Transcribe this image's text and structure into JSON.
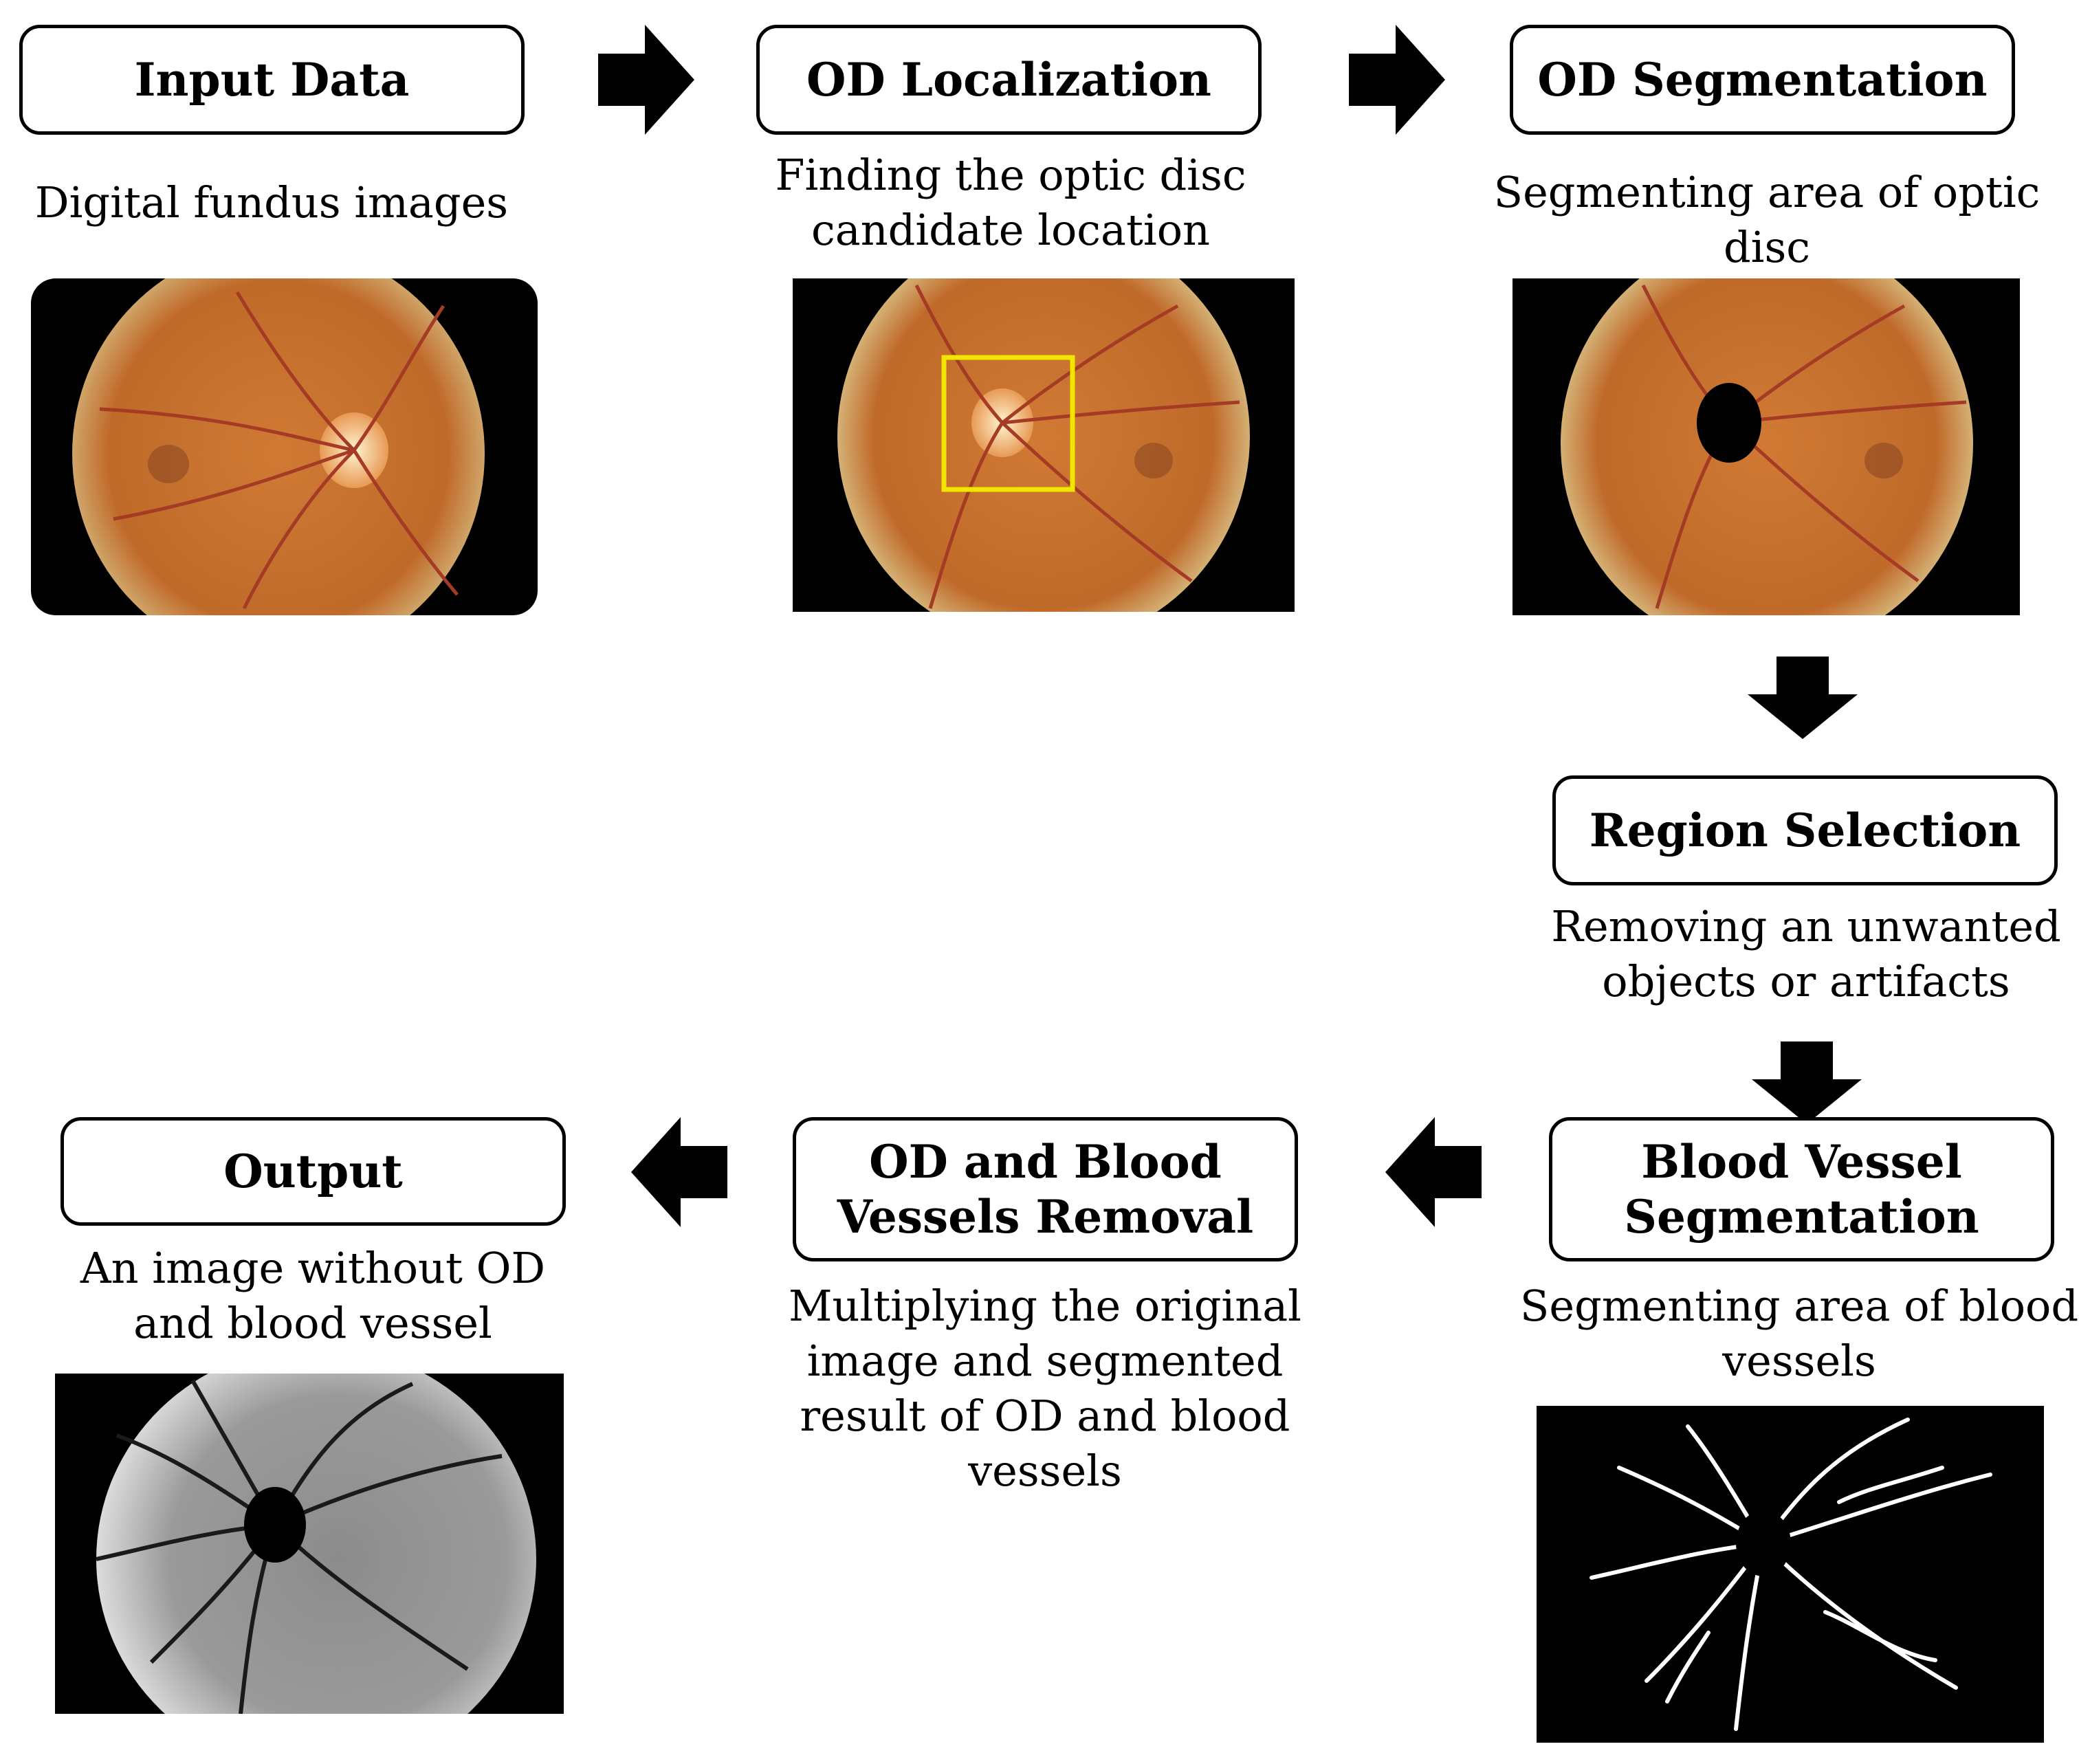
{
  "steps": {
    "input": {
      "title": "Input Data",
      "desc": "Digital fundus images"
    },
    "localization": {
      "title": "OD Localization",
      "desc_line1": "Finding the optic disc",
      "desc_line2": "candidate location"
    },
    "segmentation": {
      "title": "OD Segmentation",
      "desc_line1": "Segmenting area of optic",
      "desc_line2": "disc"
    },
    "region": {
      "title": "Region Selection",
      "desc_line1": "Removing an unwanted",
      "desc_line2": "objects or artifacts"
    },
    "vessel": {
      "title_line1": "Blood Vessel",
      "title_line2": "Segmentation",
      "desc_line1": "Segmenting area of blood",
      "desc_line2": "vessels"
    },
    "removal": {
      "title_line1": "OD and Blood",
      "title_line2": "Vessels Removal",
      "desc_line1": "Multiplying the original",
      "desc_line2": "image and segmented",
      "desc_line3": "result of OD and blood",
      "desc_line4": "vessels"
    },
    "output": {
      "title": "Output",
      "desc_line1": "An image without OD",
      "desc_line2": "and blood vessel"
    }
  },
  "colors": {
    "fundus": "#c5702e",
    "fundus_edge": "#d9c48a",
    "vessel": "#b0412a",
    "highlight_box": "#f2e600",
    "arrow": "#000000"
  }
}
